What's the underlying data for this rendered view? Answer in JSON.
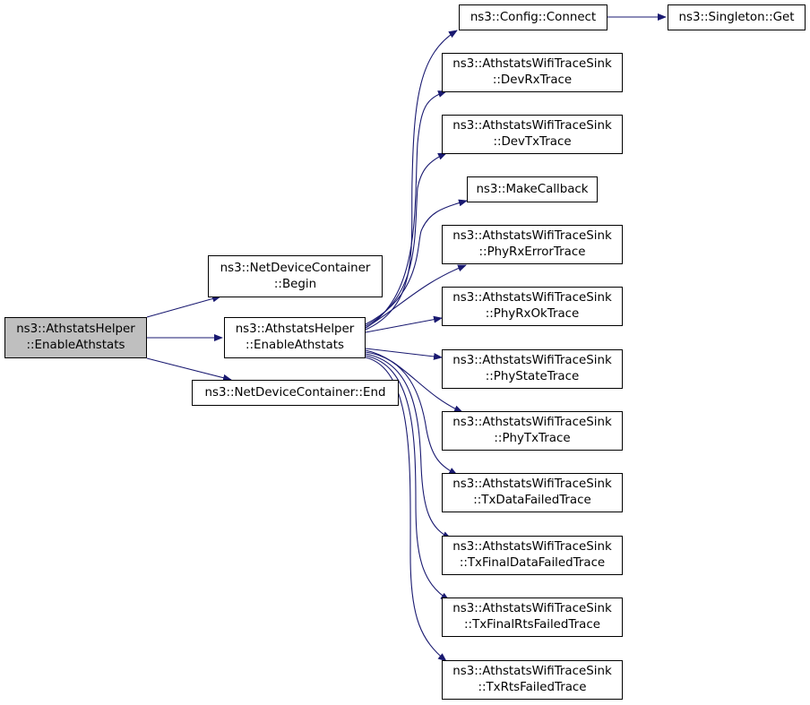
{
  "colors": {
    "edge": "#191970",
    "root_fill": "#bfbfbf",
    "node_fill": "#ffffff",
    "border": "#000000"
  },
  "nodes": {
    "enable_athstats_root": {
      "line1": "ns3::AthstatsHelper",
      "line2": "::EnableAthstats"
    },
    "netdevice_begin": {
      "line1": "ns3::NetDeviceContainer",
      "line2": "::Begin"
    },
    "enable_athstats_mid": {
      "line1": "ns3::AthstatsHelper",
      "line2": "::EnableAthstats"
    },
    "netdevice_end": {
      "line1": "ns3::NetDeviceContainer::End"
    },
    "config_connect": {
      "line1": "ns3::Config::Connect"
    },
    "singleton_get": {
      "line1": "ns3::Singleton::Get"
    },
    "dev_rx_trace": {
      "line1": "ns3::AthstatsWifiTraceSink",
      "line2": "::DevRxTrace"
    },
    "dev_tx_trace": {
      "line1": "ns3::AthstatsWifiTraceSink",
      "line2": "::DevTxTrace"
    },
    "make_callback": {
      "line1": "ns3::MakeCallback"
    },
    "phy_rx_error_trace": {
      "line1": "ns3::AthstatsWifiTraceSink",
      "line2": "::PhyRxErrorTrace"
    },
    "phy_rx_ok_trace": {
      "line1": "ns3::AthstatsWifiTraceSink",
      "line2": "::PhyRxOkTrace"
    },
    "phy_state_trace": {
      "line1": "ns3::AthstatsWifiTraceSink",
      "line2": "::PhyStateTrace"
    },
    "phy_tx_trace": {
      "line1": "ns3::AthstatsWifiTraceSink",
      "line2": "::PhyTxTrace"
    },
    "tx_data_failed_trace": {
      "line1": "ns3::AthstatsWifiTraceSink",
      "line2": "::TxDataFailedTrace"
    },
    "tx_final_data_failed_trace": {
      "line1": "ns3::AthstatsWifiTraceSink",
      "line2": "::TxFinalDataFailedTrace"
    },
    "tx_final_rts_failed_trace": {
      "line1": "ns3::AthstatsWifiTraceSink",
      "line2": "::TxFinalRtsFailedTrace"
    },
    "tx_rts_failed_trace": {
      "line1": "ns3::AthstatsWifiTraceSink",
      "line2": "::TxRtsFailedTrace"
    }
  }
}
